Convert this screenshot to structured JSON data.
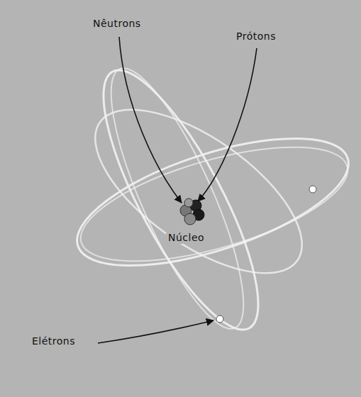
{
  "diagram": {
    "labels": [
      "Nêutrons",
      "Prótons",
      "Núcleo",
      "Elétrons"
    ]
  }
}
